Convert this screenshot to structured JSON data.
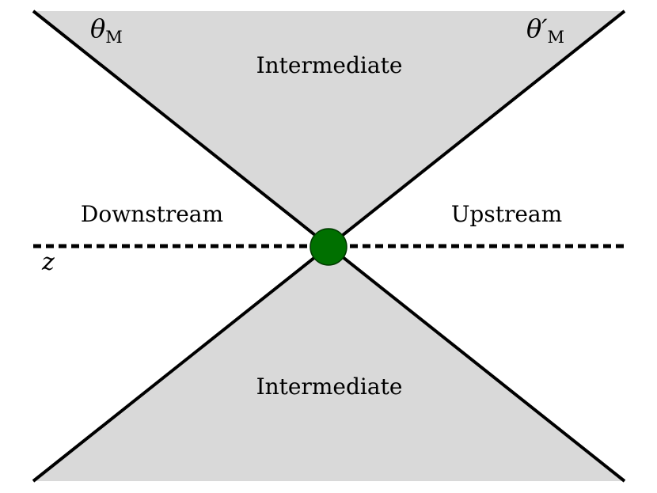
{
  "diagram": {
    "regions": {
      "top": "Intermediate",
      "bottom": "Intermediate",
      "left": "Downstream",
      "right": "Upstream"
    },
    "angles": {
      "left_symbol": "θ",
      "left_subscript": "M",
      "right_symbol": "θ′",
      "right_subscript": "M"
    },
    "axis_label": "z",
    "colors": {
      "cone_fill": "#d9d9d9",
      "lines": "#000000",
      "center_dot": "#007000"
    }
  }
}
